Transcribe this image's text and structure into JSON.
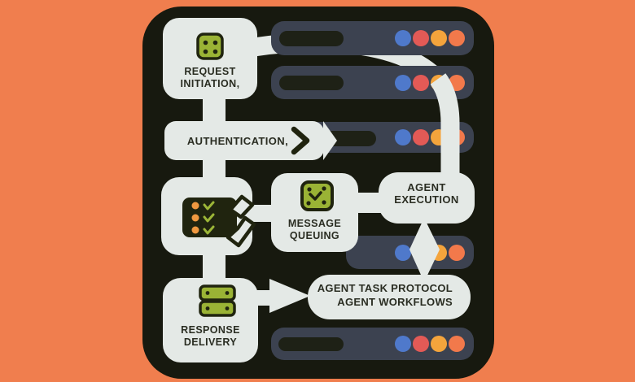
{
  "title": "Agent workflow server diagram",
  "palette": {
    "background": "#F07E4E",
    "rack": "#17190F",
    "row": "#3C4250",
    "pill": "#1E2116",
    "box": "#E4E9E6",
    "text": "#2A2D22",
    "icon_green": "#9AB335",
    "icon_dark": "#20240F",
    "check_green": "#9CB637",
    "list_orange": "#EF9840",
    "dot_blue": "#4F79CB",
    "dot_red": "#E35A56",
    "dot_amber": "#F4A43C",
    "dot_orange": "#F2794B"
  },
  "flowchart": {
    "nodes": [
      {
        "id": "request-initiation",
        "line1": "REQUEST",
        "line2": "INITIATION,",
        "icon": "grid-dots-icon"
      },
      {
        "id": "authentication",
        "line1": "AUTHENTICATION,",
        "icon": "chevron-right-icon"
      },
      {
        "id": "checklist",
        "icon": "checklist-icon"
      },
      {
        "id": "message-queuing",
        "line1": "MESSAGE",
        "line2": "QUEUING",
        "icon": "inbox-check-icon"
      },
      {
        "id": "agent-execution",
        "line1": "AGENT",
        "line2": "EXECUTION"
      },
      {
        "id": "agent-task-protocol",
        "line1": "AGENT TASK PROTOCOL",
        "line2": "AGENT WORKFLOWS"
      },
      {
        "id": "response-delivery",
        "line1": "RESPONSE",
        "line2": "DELIVERY",
        "icon": "server-stack-icon"
      }
    ]
  },
  "server_rack": {
    "rows": [
      {
        "dots": [
          "dot_blue",
          "dot_red",
          "dot_amber",
          "dot_orange"
        ]
      },
      {
        "dots": [
          "dot_blue",
          "dot_red",
          "dot_amber",
          "dot_orange"
        ]
      },
      {
        "dots": [
          "dot_blue",
          "dot_red",
          "dot_amber",
          "dot_orange"
        ]
      },
      {
        "dots": [
          "dot_blue",
          "dot_red",
          "dot_amber",
          "dot_orange"
        ]
      },
      {
        "dots": [
          "dot_blue",
          "dot_red",
          "dot_amber",
          "dot_orange"
        ]
      }
    ]
  }
}
